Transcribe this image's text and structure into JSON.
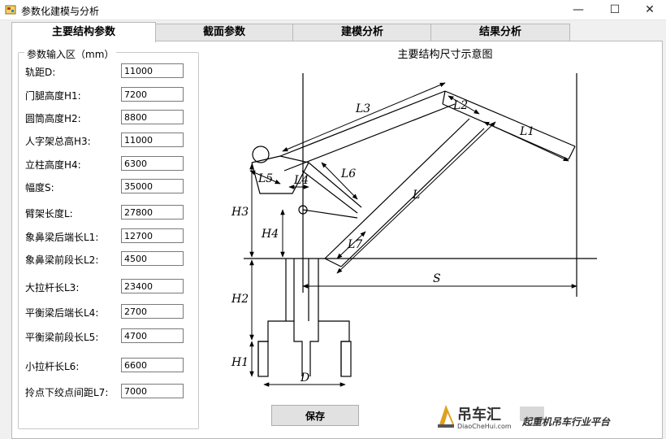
{
  "window": {
    "title": "参数化建模与分析",
    "minimize": "—",
    "maximize": "☐",
    "close": "✕"
  },
  "tabs": [
    {
      "label": "主要结构参数",
      "active": true
    },
    {
      "label": "截面参数",
      "active": false
    },
    {
      "label": "建模分析",
      "active": false
    },
    {
      "label": "结果分析",
      "active": false
    }
  ],
  "params": {
    "group_title": "参数输入区（mm）",
    "fields": [
      {
        "label": "轨距D:",
        "value": "11000"
      },
      {
        "label": "门腿高度H1:",
        "value": "7200"
      },
      {
        "label": "圆筒高度H2:",
        "value": "8800"
      },
      {
        "label": "人字架总高H3:",
        "value": "11000"
      },
      {
        "label": "立柱高度H4:",
        "value": "6300"
      },
      {
        "label": "幅度S:",
        "value": "35000"
      },
      {
        "label": "臂架长度L:",
        "value": "27800"
      },
      {
        "label": "象鼻梁后端长L1:",
        "value": "12700"
      },
      {
        "label": "象鼻梁前段长L2:",
        "value": "4500"
      },
      {
        "label": "大拉杆长L3:",
        "value": "23400"
      },
      {
        "label": "平衡梁后端长L4:",
        "value": "2700"
      },
      {
        "label": "平衡梁前段长L5:",
        "value": "4700"
      },
      {
        "label": "小拉杆长L6:",
        "value": "6600"
      },
      {
        "label": "拎点下绞点间距L7:",
        "value": "7000"
      }
    ]
  },
  "diagram": {
    "title": "主要结构尺寸示意图",
    "labels": {
      "L": "L",
      "L1": "L1",
      "L2": "L2",
      "L3": "L3",
      "L4": "L4",
      "L5": "L5",
      "L6": "L6",
      "L7": "L7",
      "H1": "H1",
      "H2": "H2",
      "H3": "H3",
      "H4": "H4",
      "S": "S",
      "D": "D"
    }
  },
  "save_button": "保存",
  "watermark": {
    "brand": "吊车汇",
    "url": "DiaoCheHui.com",
    "slogan": "起重机吊车行业平台"
  }
}
